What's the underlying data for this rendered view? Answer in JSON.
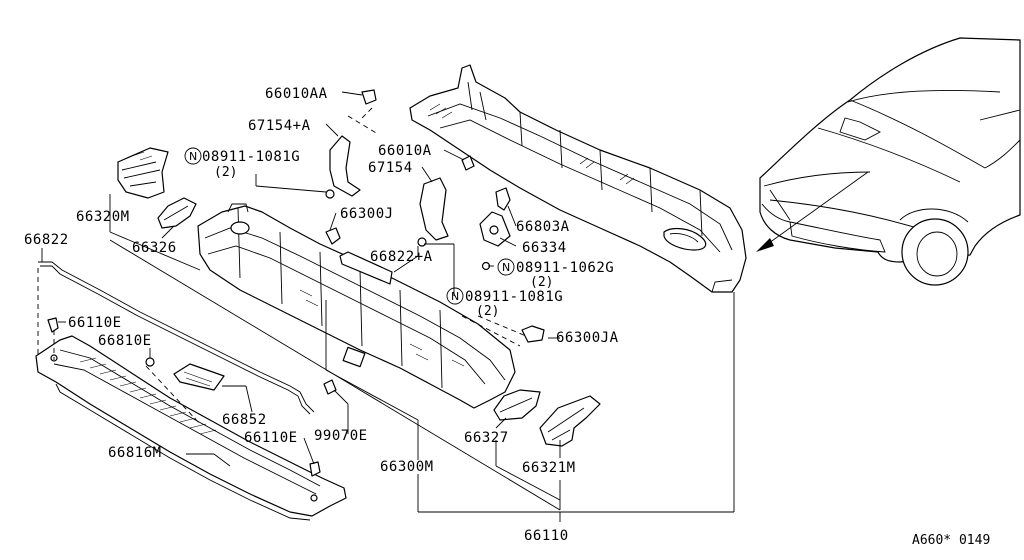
{
  "labels": {
    "p66010AA": "66010AA",
    "p67154A": "67154+A",
    "n08911_1081G_top": "08911-1081G",
    "n08911_1081G_top_qty": "(2)",
    "p66010A": "66010A",
    "p67154": "67154",
    "p66300J": "66300J",
    "p66803A": "66803A",
    "p66334": "66334",
    "n08911_1062G": "08911-1062G",
    "n08911_1062G_qty": "(2)",
    "p66822A": "66822+A",
    "n08911_1081G_mid": "08911-1081G",
    "n08911_1081G_mid_qty": "(2)",
    "p66320M": "66320M",
    "p66326": "66326",
    "p66822": "66822",
    "p66110E_top": "66110E",
    "p66810E": "66810E",
    "p66852": "66852",
    "p66110E_bot": "66110E",
    "p99070E": "99070E",
    "p66816M": "66816M",
    "p66300M": "66300M",
    "p66327": "66327",
    "p66321M": "66321M",
    "p66300JA": "66300JA",
    "p66110": "66110",
    "circle_n": "N",
    "reference": "A660* 0149"
  }
}
